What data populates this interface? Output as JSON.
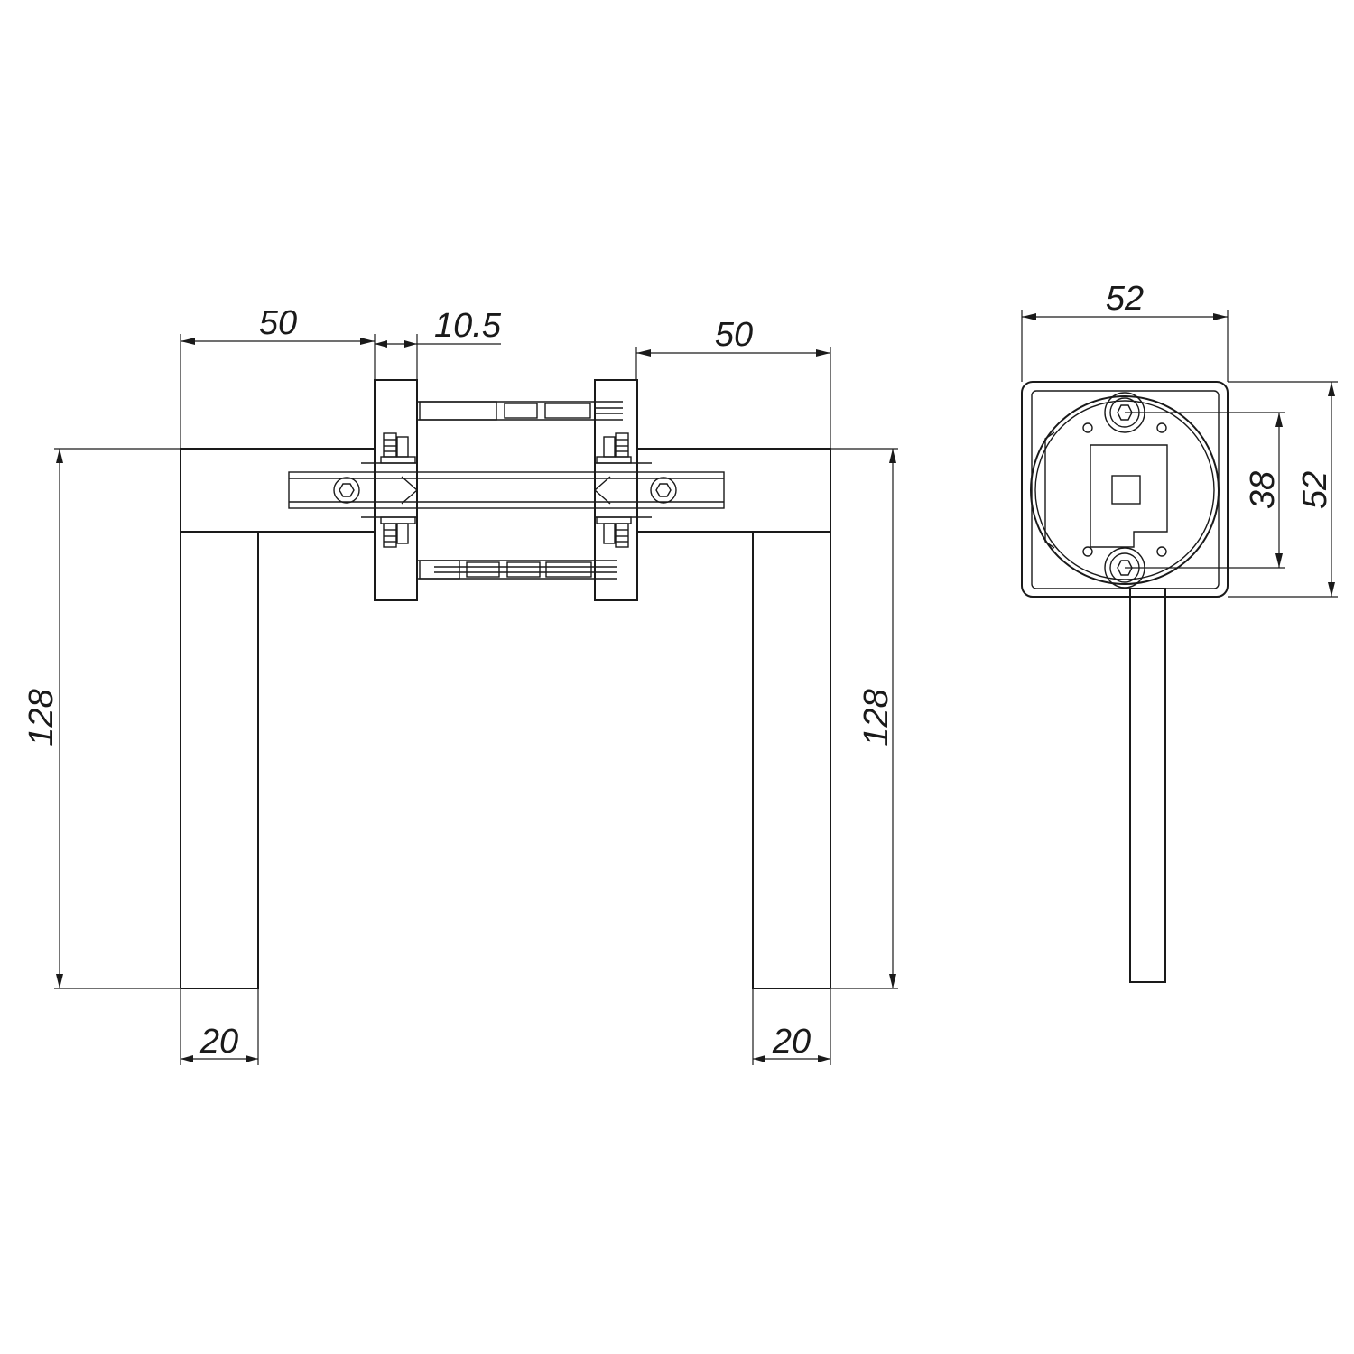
{
  "drawing": {
    "front_view": {
      "dim_left_lever_length": "50",
      "dim_rose_thickness": "10.5",
      "dim_right_lever_length": "50",
      "dim_left_handle_height": "128",
      "dim_right_handle_height": "128",
      "dim_left_bar_width": "20",
      "dim_right_bar_width": "20"
    },
    "side_view": {
      "dim_plate_width": "52",
      "dim_plate_height": "52",
      "dim_screw_spacing": "38"
    }
  }
}
